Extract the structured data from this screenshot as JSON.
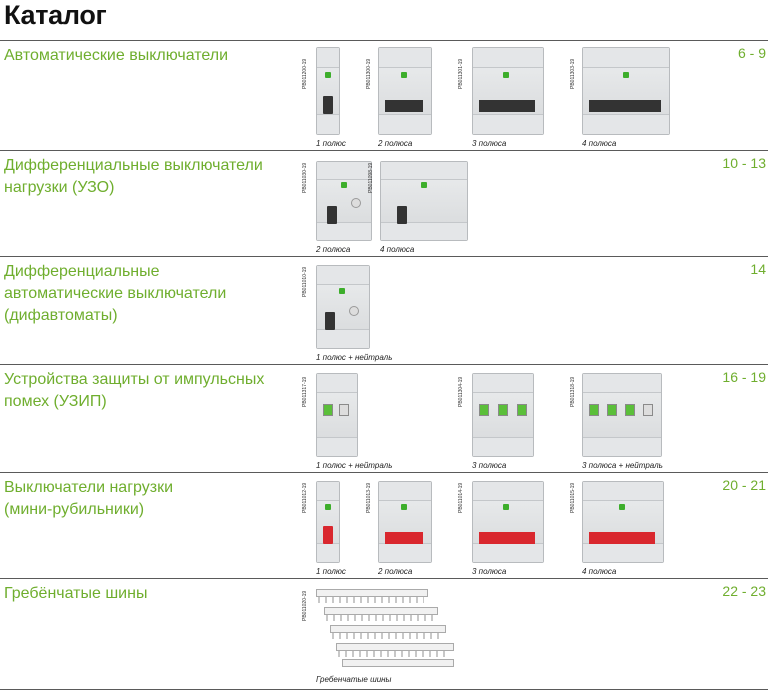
{
  "title": "Каталог",
  "sections": [
    {
      "title": "Автоматические выключатели",
      "pages": "6 - 9",
      "products": [
        {
          "code": "PB011200-19",
          "caption": "1 полюс"
        },
        {
          "code": "PB011300-19",
          "caption": "2 полюса"
        },
        {
          "code": "PB011301-19",
          "caption": "3 полюса"
        },
        {
          "code": "PB011303-19",
          "caption": "4 полюса"
        }
      ]
    },
    {
      "title": "Дифференциальные выключатели\nнагрузки (УЗО)",
      "pages": "10 - 13",
      "products": [
        {
          "code": "PB011030-19",
          "caption": "2 полюса"
        },
        {
          "code": "PB011098-19",
          "caption": "4 полюса"
        }
      ]
    },
    {
      "title": "Дифференциальные\nавтоматические выключатели\n(дифавтоматы)",
      "pages": "14",
      "products": [
        {
          "code": "PB011010-19",
          "caption": "1 полюс + нейтраль"
        }
      ]
    },
    {
      "title": "Устройства защиты от импульсных\nпомех (УЗИП)",
      "pages": "16 - 19",
      "products": [
        {
          "code": "PB011317-19",
          "caption": "1 полюс + нейтраль"
        },
        {
          "code": "PB011304-19",
          "caption": "3 полюса"
        },
        {
          "code": "PB011318-19",
          "caption": "3 полюса + нейтраль"
        }
      ]
    },
    {
      "title": "Выключатели нагрузки\n(мини-рубильники)",
      "pages": "20 - 21",
      "products": [
        {
          "code": "PB011012-19",
          "caption": "1 полюс"
        },
        {
          "code": "PB011013-19",
          "caption": "2 полюса"
        },
        {
          "code": "PB011014-19",
          "caption": "3 полюса"
        },
        {
          "code": "PB011015-19",
          "caption": "4 полюса"
        }
      ]
    },
    {
      "title": "Гребёнчатые шины",
      "pages": "22 - 23",
      "products": [
        {
          "code": "PB011020-19",
          "caption": "Гребенчатые шины"
        }
      ]
    }
  ]
}
